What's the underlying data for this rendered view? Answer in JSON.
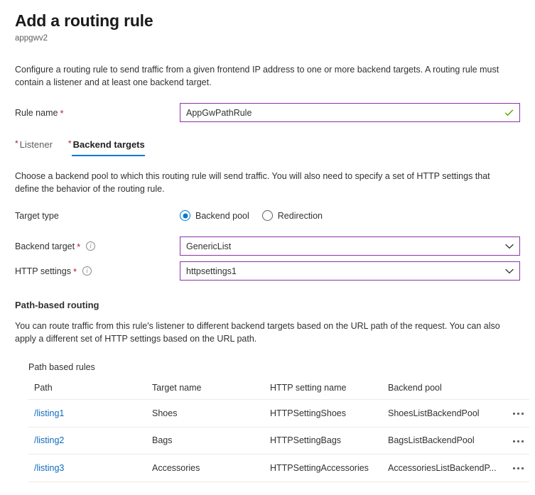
{
  "header": {
    "title": "Add a routing rule",
    "subtitle": "appgwv2"
  },
  "intro": {
    "description": "Configure a routing rule to send traffic from a given frontend IP address to one or more backend targets. A routing rule must contain a listener and at least one backend target."
  },
  "rule_name": {
    "label": "Rule name",
    "required_marker": "*",
    "value": "AppGwPathRule",
    "placeholder": "",
    "validation_icon": "green-check-icon"
  },
  "tabs": [
    {
      "label": "Listener",
      "required_marker": "*",
      "active": false
    },
    {
      "label": "Backend targets",
      "required_marker": "*",
      "active": true
    }
  ],
  "backend_targets": {
    "description": "Choose a backend pool to which this routing rule will send traffic. You will also need to specify a set of HTTP settings that define the behavior of the routing rule.",
    "target_type": {
      "label": "Target type",
      "options": [
        {
          "label": "Backend pool",
          "selected": true
        },
        {
          "label": "Redirection",
          "selected": false
        }
      ]
    },
    "backend_target": {
      "label": "Backend target",
      "required_marker": "*",
      "info_icon": "info-icon",
      "value": "GenericList"
    },
    "http_settings": {
      "label": "HTTP settings",
      "required_marker": "*",
      "info_icon": "info-icon",
      "value": "httpsettings1"
    }
  },
  "path_based_routing": {
    "heading": "Path-based routing",
    "description": "You can route traffic from this rule's listener to different backend targets based on the URL path of the request. You can also apply a different set of HTTP settings based on the URL path.",
    "table_caption": "Path based rules",
    "columns": [
      "Path",
      "Target name",
      "HTTP setting name",
      "Backend pool"
    ],
    "rows": [
      {
        "path": "/listing1",
        "target_name": "Shoes",
        "http_setting_name": "HTTPSettingShoes",
        "backend_pool": "ShoesListBackendPool"
      },
      {
        "path": "/listing2",
        "target_name": "Bags",
        "http_setting_name": "HTTPSettingBags",
        "backend_pool": "BagsListBackendPool"
      },
      {
        "path": "/listing3",
        "target_name": "Accessories",
        "http_setting_name": "HTTPSettingAccessories",
        "backend_pool": "AccessoriesListBackendP..."
      }
    ],
    "row_menu_icon": "ellipsis-icon"
  },
  "colors": {
    "accent_blue": "#0078d4",
    "link_blue": "#0f6cbd",
    "field_border_purple": "#8a33a8",
    "required_red": "#a4262c",
    "valid_green": "#5ba500",
    "text_primary": "#323130",
    "text_secondary": "#605e5c",
    "divider": "#edebe9"
  }
}
